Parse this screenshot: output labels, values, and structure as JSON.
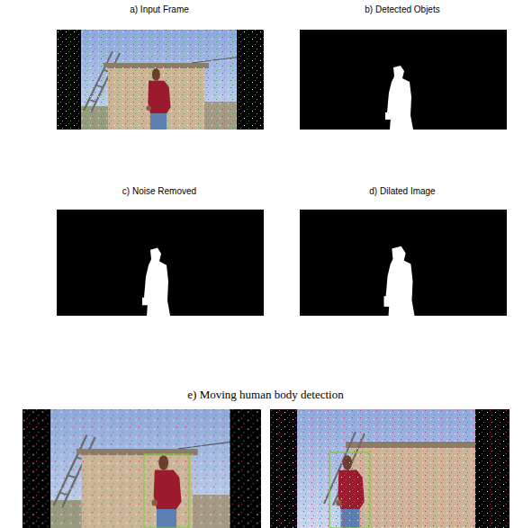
{
  "diagram": {
    "labels": [
      "a) Input Frame",
      "b) Detected Objets",
      "c) Noise Removed",
      "d) Dilated Image",
      "e) Moving human body detection"
    ]
  }
}
